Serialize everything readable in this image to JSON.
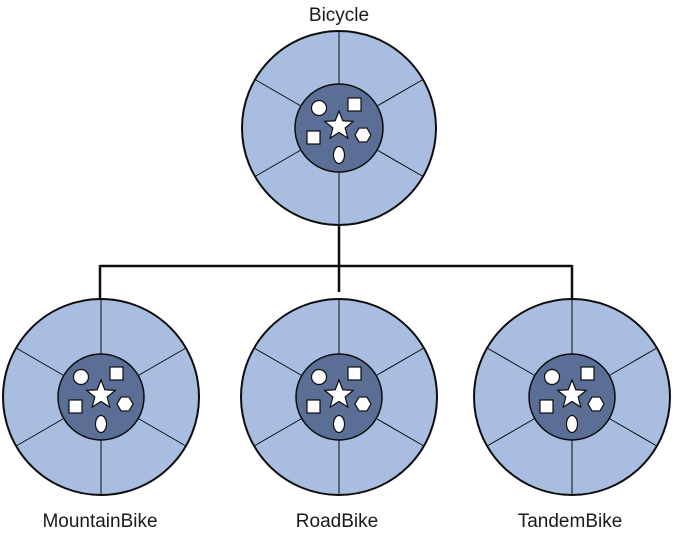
{
  "diagram": {
    "parent": {
      "label": "Bicycle"
    },
    "children": [
      {
        "label": "MountainBike"
      },
      {
        "label": "RoadBike"
      },
      {
        "label": "TandemBike"
      }
    ]
  },
  "colors": {
    "outer_ring": "#a8bde0",
    "inner_core": "#5a6e96",
    "stroke": "#0d0d0d",
    "shape_fill": "#ffffff"
  }
}
